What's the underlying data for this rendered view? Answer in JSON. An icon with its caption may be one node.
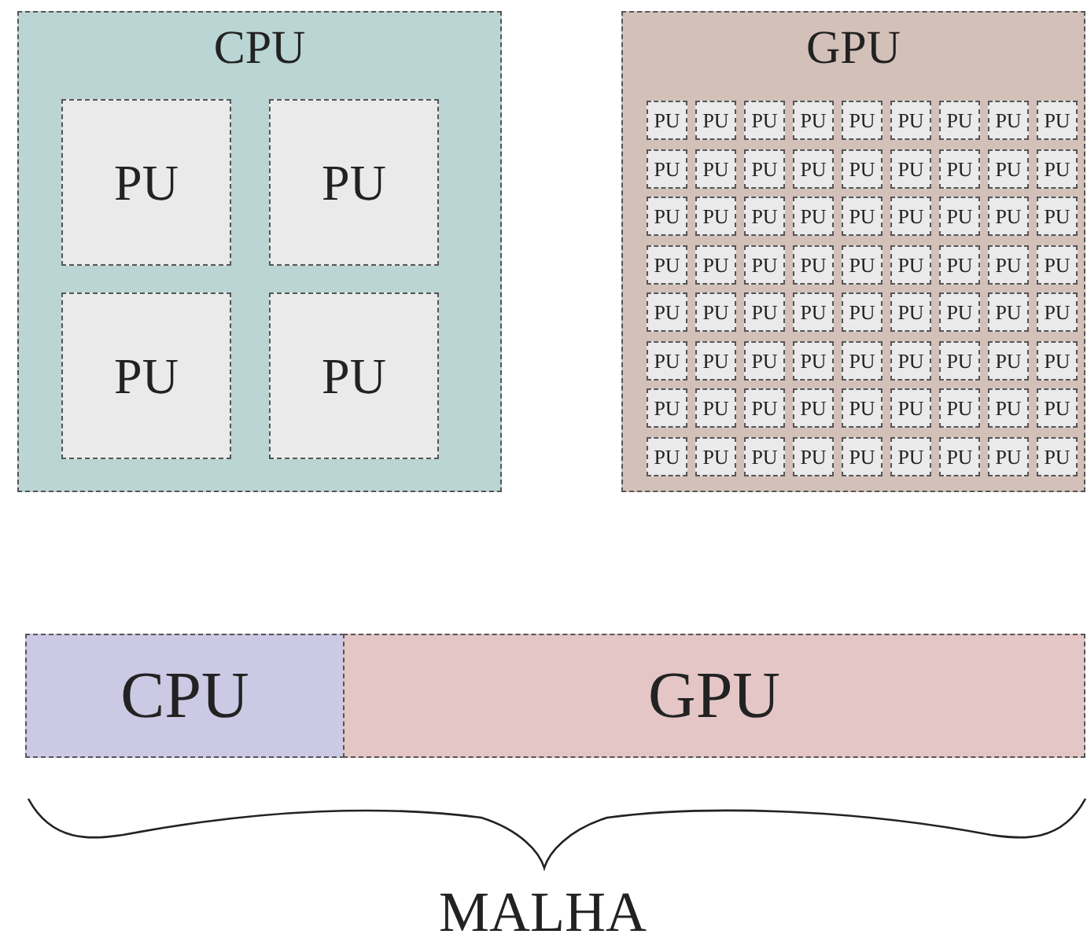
{
  "diagram": {
    "nodes": [
      {
        "text": [
          "CPU"
        ]
      },
      {
        "text": [
          "PU"
        ],
        "in": 0
      },
      {
        "text": [
          "PU"
        ],
        "in": 0
      },
      {
        "text": [
          "PU"
        ],
        "in": 0
      },
      {
        "text": [
          "PU"
        ],
        "in": 0
      },
      {
        "text": [
          "GPU"
        ]
      },
      {
        "text": [
          "PU"
        ],
        "in": 5
      },
      {
        "text": [
          "PU"
        ],
        "in": 5
      },
      {
        "text": [
          "PU"
        ],
        "in": 5
      },
      {
        "text": [
          "PU"
        ],
        "in": 5
      },
      {
        "text": [
          "PU"
        ],
        "in": 5
      },
      {
        "text": [
          "PU"
        ],
        "in": 5
      },
      {
        "text": [
          "PU"
        ],
        "in": 5
      },
      {
        "text": [
          "PU"
        ],
        "in": 5
      },
      {
        "text": [
          "PU"
        ],
        "in": 5
      },
      {
        "text": [
          "PU"
        ],
        "in": 5
      },
      {
        "text": [
          "PU"
        ],
        "in": 5
      },
      {
        "text": [
          "PU"
        ],
        "in": 5
      },
      {
        "text": [
          "PU"
        ],
        "in": 5
      },
      {
        "text": [
          "PU"
        ],
        "in": 5
      },
      {
        "text": [
          "PU"
        ],
        "in": 5
      },
      {
        "text": [
          "PU"
        ],
        "in": 5
      },
      {
        "text": [
          "PU"
        ],
        "in": 5
      },
      {
        "text": [
          "PU"
        ],
        "in": 5
      },
      {
        "text": [
          "PU"
        ],
        "in": 5
      },
      {
        "text": [
          "PU"
        ],
        "in": 5
      },
      {
        "text": [
          "PU"
        ],
        "in": 5
      },
      {
        "text": [
          "PU"
        ],
        "in": 5
      },
      {
        "text": [
          "PU"
        ],
        "in": 5
      },
      {
        "text": [
          "PU"
        ],
        "in": 5
      },
      {
        "text": [
          "PU"
        ],
        "in": 5
      },
      {
        "text": [
          "PU"
        ],
        "in": 5
      },
      {
        "text": [
          "PU"
        ],
        "in": 5
      },
      {
        "text": [
          "PU"
        ],
        "in": 5
      },
      {
        "text": [
          "PU"
        ],
        "in": 5
      },
      {
        "text": [
          "PU"
        ],
        "in": 5
      },
      {
        "text": [
          "PU"
        ],
        "in": 5
      },
      {
        "text": [
          "PU"
        ],
        "in": 5
      },
      {
        "text": [
          "PU"
        ],
        "in": 5
      },
      {
        "text": [
          "PU"
        ],
        "in": 5
      },
      {
        "text": [
          "PU"
        ],
        "in": 5
      },
      {
        "text": [
          "PU"
        ],
        "in": 5
      },
      {
        "text": [
          "PU"
        ],
        "in": 5
      },
      {
        "text": [
          "PU"
        ],
        "in": 5
      },
      {
        "text": [
          "PU"
        ],
        "in": 5
      },
      {
        "text": [
          "PU"
        ],
        "in": 5
      },
      {
        "text": [
          "PU"
        ],
        "in": 5
      },
      {
        "text": [
          "PU"
        ],
        "in": 5
      },
      {
        "text": [
          "PU"
        ],
        "in": 5
      },
      {
        "text": [
          "PU"
        ],
        "in": 5
      },
      {
        "text": [
          "PU"
        ],
        "in": 5
      },
      {
        "text": [
          "PU"
        ],
        "in": 5
      },
      {
        "text": [
          "PU"
        ],
        "in": 5
      },
      {
        "text": [
          "PU"
        ],
        "in": 5
      },
      {
        "text": [
          "PU"
        ],
        "in": 5
      },
      {
        "text": [
          "PU"
        ],
        "in": 5
      },
      {
        "text": [
          "PU"
        ],
        "in": 5
      },
      {
        "text": [
          "PU"
        ],
        "in": 5
      },
      {
        "text": [
          "PU"
        ],
        "in": 5
      },
      {
        "text": [
          "PU"
        ],
        "in": 5
      },
      {
        "text": [
          "PU"
        ],
        "in": 5
      },
      {
        "text": [
          "PU"
        ],
        "in": 5
      },
      {
        "text": [
          "PU"
        ],
        "in": 5
      },
      {
        "text": [
          "PU"
        ],
        "in": 5
      },
      {
        "text": [
          "PU"
        ],
        "in": 5
      },
      {
        "text": [
          "PU"
        ],
        "in": 5
      },
      {
        "text": [
          "PU"
        ],
        "in": 5
      },
      {
        "text": [
          "PU"
        ],
        "in": 5
      },
      {
        "text": [
          "PU"
        ],
        "in": 5
      },
      {
        "text": [
          "PU"
        ],
        "in": 5
      },
      {
        "text": [
          "PU"
        ],
        "in": 5
      },
      {
        "text": [
          "PU"
        ],
        "in": 5
      },
      {
        "text": [
          "PU"
        ],
        "in": 5
      },
      {
        "text": [
          "PU"
        ],
        "in": 5
      },
      {
        "text": [
          "PU"
        ],
        "in": 5
      },
      {
        "text": [
          "PU"
        ],
        "in": 5
      },
      {
        "text": [
          "PU"
        ],
        "in": 5
      },
      {
        "text": [
          "PU"
        ],
        "in": 5
      },
      {
        "text": [
          "CPU"
        ]
      },
      {
        "text": [
          "GPU"
        ]
      }
    ],
    "labels": [
      "MALHA"
    ]
  }
}
